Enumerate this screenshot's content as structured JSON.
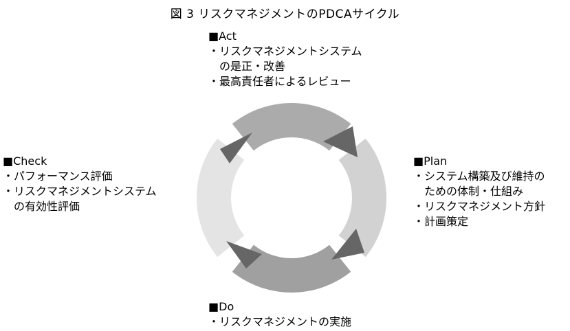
{
  "title": "図 3 リスクマネジメントのPDCAサイクル",
  "act": {
    "heading": "■Act",
    "items": [
      "リスクマネジメントシステム",
      "最高責任者によるレビュー"
    ],
    "continuation": "の是正・改善"
  },
  "plan": {
    "heading": "■Plan",
    "items": [
      "システム構築及び維持の",
      "リスクマネジメント方針",
      "計画策定"
    ],
    "continuation": "ための体制・仕組み"
  },
  "check": {
    "heading": "■Check",
    "items": [
      "パフォーマンス評価",
      "リスクマネジメントシステム"
    ],
    "continuation": "の有効性評価"
  },
  "do": {
    "heading": "■Do",
    "items": [
      "リスクマネジメントの実施"
    ]
  },
  "bullet": "・",
  "colors": {
    "top_segment": "#ababab",
    "right_segment": "#d2d2d2",
    "bottom_segment": "#a0a0a0",
    "left_segment": "#e4e4e4",
    "arrow": "#666666"
  }
}
